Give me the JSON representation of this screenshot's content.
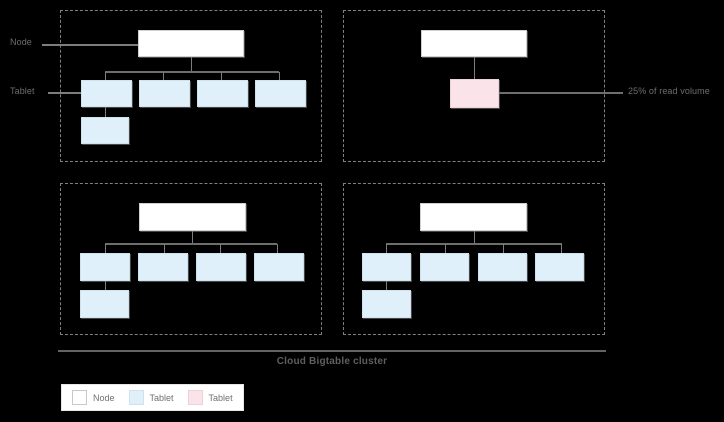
{
  "diagram": {
    "caption": "Cloud Bigtable cluster",
    "side_labels": {
      "node": "Node",
      "tablet": "Tablet",
      "read_volume": "25% of read volume"
    },
    "colors": {
      "background": "#000000",
      "node_fill": "#ffffff",
      "tablet_fill": "#dff0fb",
      "hot_tablet_fill": "#fbe3ea",
      "line": "#7d7d7d",
      "zone_border": "#808080",
      "text": "#6e6e6e"
    },
    "zones": [
      {
        "id": "zone-top-left",
        "node_count": 1,
        "tablet_row_count": 4,
        "extra_tablet_count": 1,
        "hot_tablet_count": 0
      },
      {
        "id": "zone-top-right",
        "node_count": 1,
        "tablet_row_count": 0,
        "extra_tablet_count": 0,
        "hot_tablet_count": 1
      },
      {
        "id": "zone-bottom-left",
        "node_count": 1,
        "tablet_row_count": 4,
        "extra_tablet_count": 1,
        "hot_tablet_count": 0
      },
      {
        "id": "zone-bottom-right",
        "node_count": 1,
        "tablet_row_count": 4,
        "extra_tablet_count": 1,
        "hot_tablet_count": 0
      }
    ],
    "legend": {
      "items": [
        {
          "label": "Node",
          "swatch": "node"
        },
        {
          "label": "Tablet",
          "swatch": "tablet"
        },
        {
          "label": "Tablet",
          "swatch": "hot"
        }
      ]
    }
  }
}
